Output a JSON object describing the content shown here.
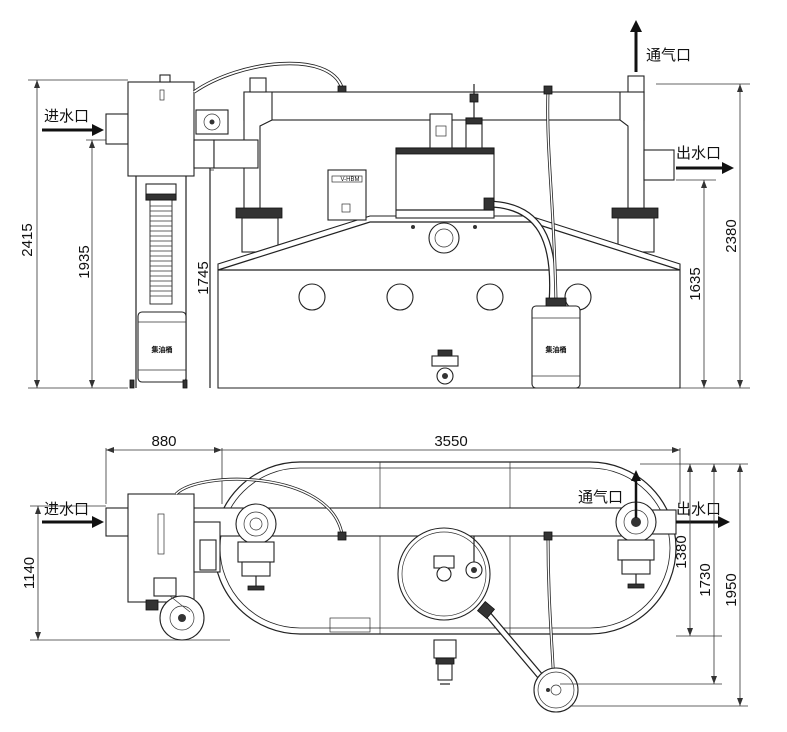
{
  "labels": {
    "front_inlet": "进水口",
    "front_outlet": "出水口",
    "front_vent": "通气口",
    "top_inlet": "进水口",
    "top_outlet": "出水口",
    "top_vent": "通气口",
    "barrel_left": "集油桶",
    "barrel_right": "集油桶",
    "control_box": "V-HBM"
  },
  "dimensions": {
    "front_total_height_left": "2415",
    "front_inlet_height": "1935",
    "front_tank_height": "1745",
    "front_outlet_height": "2380",
    "front_tank_height_right": "1635",
    "top_inlet_offset": "880",
    "top_tank_length": "3550",
    "top_inlet_width": "1140",
    "top_width_1380": "1380",
    "top_width_1730": "1730",
    "top_width_1950": "1950"
  }
}
